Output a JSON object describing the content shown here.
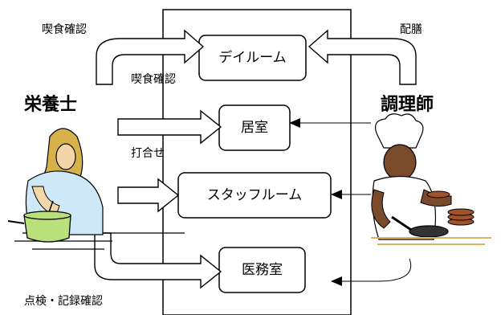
{
  "rooms": {
    "dayroom": "デイルーム",
    "living_room": "居室",
    "staff_room": "スタッフルーム",
    "medical_office": "医務室"
  },
  "roles": {
    "dietitian": "栄養士",
    "cook": "調理師"
  },
  "labels": {
    "eating_check_top": "喫食確認",
    "eating_check_mid": "喫食確認",
    "serving": "配膳",
    "meeting": "打合せ",
    "inspection": "点検・記録確認"
  },
  "colors": {
    "line": "#000000",
    "skin_dietitian": "#f3d7a8",
    "hair_dietitian": "#d7b24a",
    "shirt_dietitian": "#cfe8f7",
    "pot": "#b9e07a",
    "skin_cook": "#7a4a2a",
    "pan_line": "#e0b060",
    "pancake": "#a0522d"
  }
}
